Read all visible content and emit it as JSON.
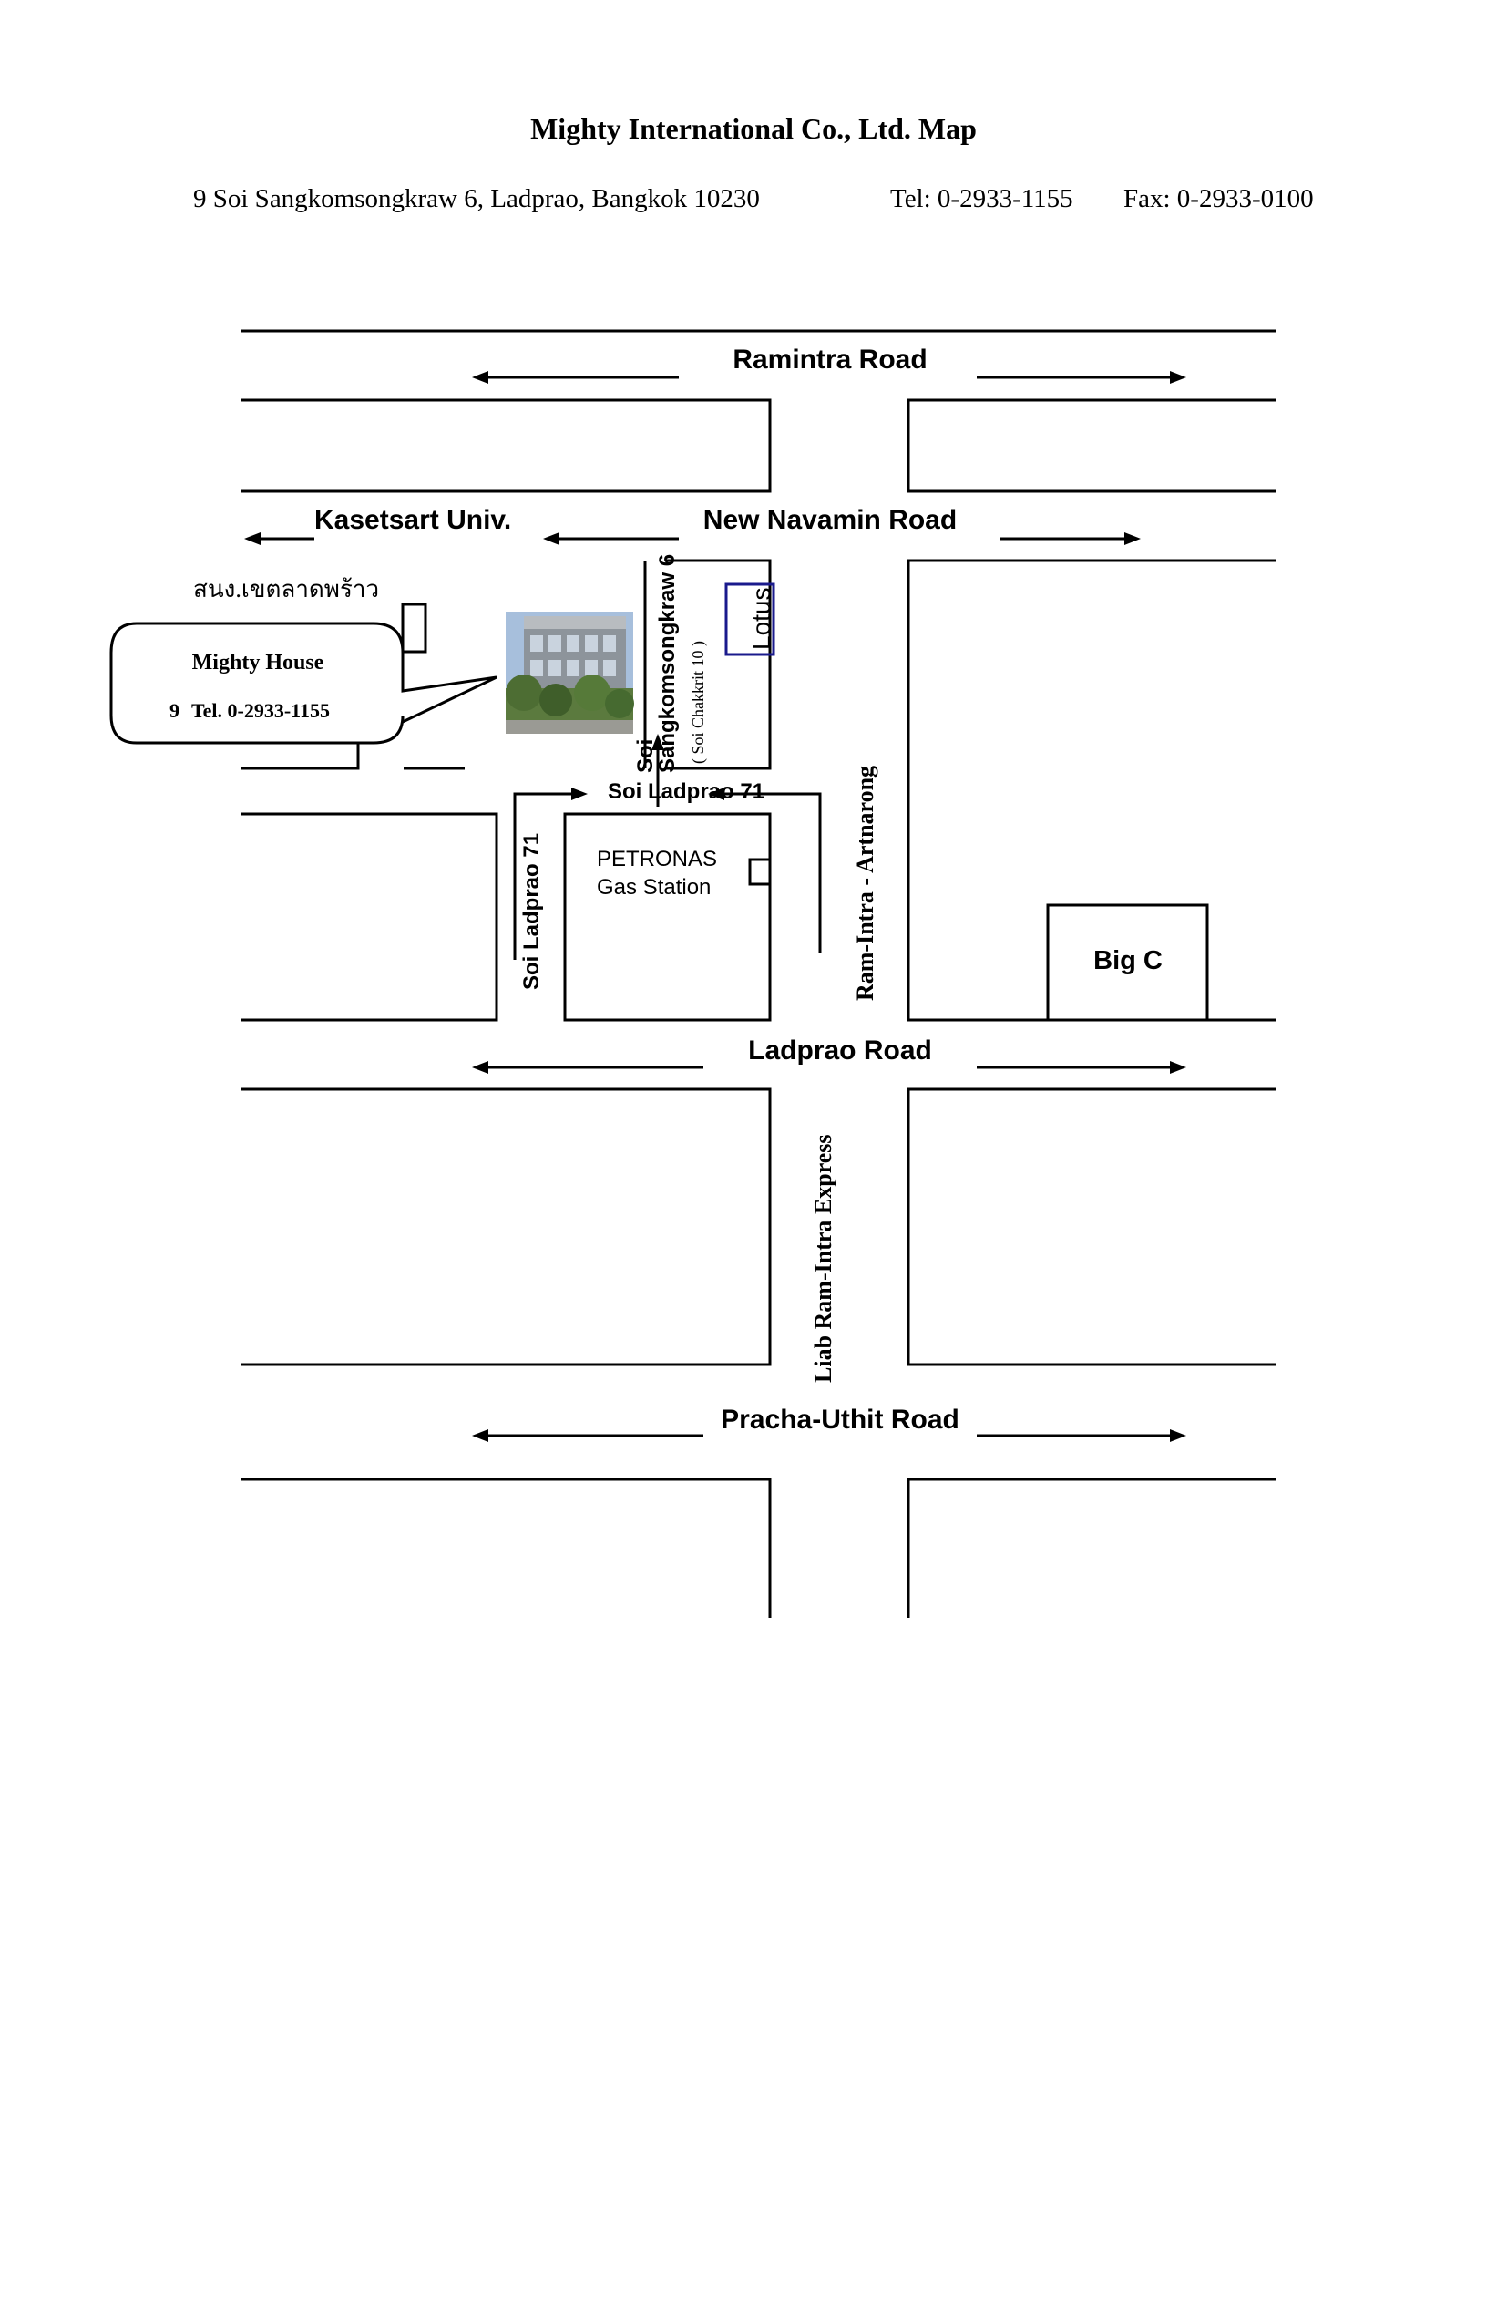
{
  "header": {
    "title": "Mighty  International Co., Ltd.  Map",
    "address": "9  Soi  Sangkomsongkraw 6, Ladprao, Bangkok 10230",
    "tel": "Tel:  0-2933-1155",
    "fax": "Fax:  0-2933-0100"
  },
  "roads": {
    "ramintra": "Ramintra Road",
    "new_navamin": "New Navamin Road",
    "kasetsart": "Kasetsart Univ.",
    "ladprao": "Ladprao Road",
    "pracha_uthit": "Pracha-Uthit Road",
    "ram_intra_artnarong": "Ram-Intra  - Artnarong",
    "liab_ram_intra": "Liab Ram-Intra Express",
    "soi_ladprao_71_vertical": "Soi Ladprao 71",
    "soi_ladprao_71_horizontal": "Soi Ladprao 71",
    "soi_label": "Soi",
    "soi_sangkom": "Sangkomsongkraw 6",
    "soi_chakkrit": "( Soi Chakkrit 10 )"
  },
  "landmarks": {
    "thai_office": "สนง.เขตลาดพร้าว",
    "lotus": "Lotus",
    "petronas_line1": "PETRONAS",
    "petronas_line2": "Gas Station",
    "big_c": "Big C"
  },
  "callout": {
    "name": "Mighty House",
    "number": "9",
    "tel": "Tel. 0-2933-1155"
  },
  "colors": {
    "lines": "#000000",
    "lotus_box": "#1a1a8c",
    "building_photo_sky": "#9fb8d8",
    "building_facade": "#8a8f95"
  },
  "icons": {
    "building_photo": "building-photo-icon"
  }
}
